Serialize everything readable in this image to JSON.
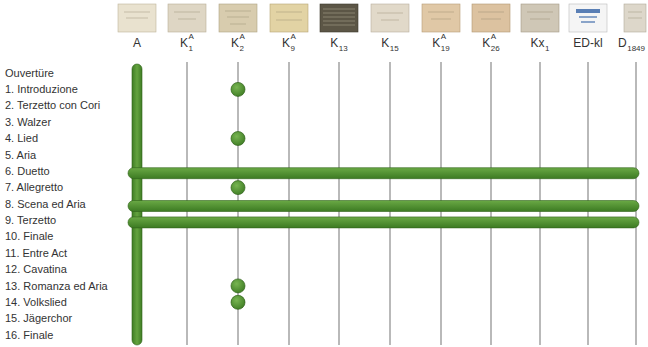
{
  "diagram": {
    "labels": [
      "A",
      "K",
      "A",
      "1",
      "K",
      "A",
      "2",
      "K",
      "A",
      "9",
      "K",
      "13",
      "K",
      "15",
      "K",
      "A",
      "19",
      "K",
      "A",
      "26",
      "Kx",
      "1",
      "ED-kl",
      "D",
      "1849",
      "Ouvertüre",
      "1. Introduzione",
      "2. Terzetto con Cori",
      "3. Walzer",
      "4. Lied",
      "5. Aria",
      "6. Duetto",
      "7. Allegretto",
      "8. Scena ed Aria",
      "9. Terzetto",
      "10. Finale",
      "11. Entre Act",
      "12. Cavatina",
      "13. Romanza ed Aria",
      "14. Volkslied",
      "15. Jägerchor",
      "16. Finale"
    ]
  }
}
